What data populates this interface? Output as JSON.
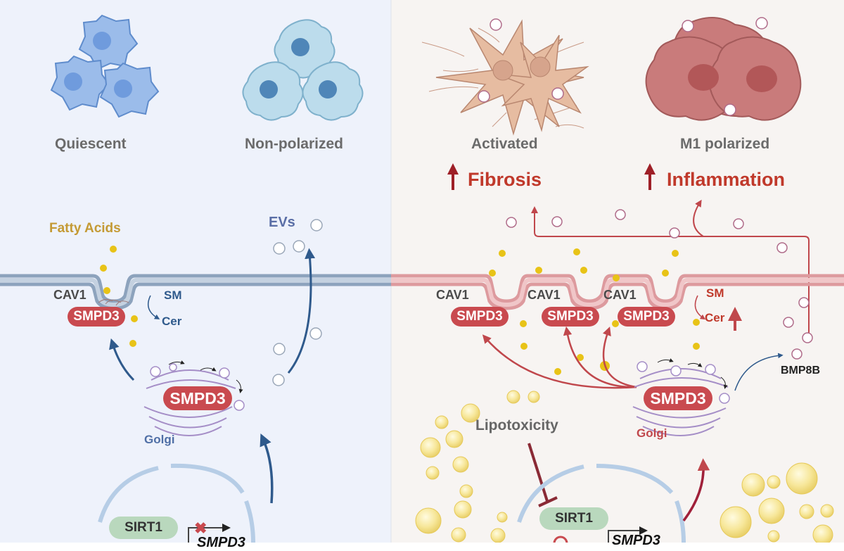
{
  "left_panel": {
    "cell_states": {
      "quiescent": "Quiescent",
      "non_polarized": "Non-polarized"
    },
    "fatty_acids_label": "Fatty Acids",
    "evs_label": "EVs",
    "cav1_label": "CAV1",
    "smpd3_membrane_label": "SMPD3",
    "sm_label": "SM",
    "cer_label": "Cer",
    "golgi_smpd3_label": "SMPD3",
    "golgi_label": "Golgi",
    "sirt1_label": "SIRT1",
    "gene_label": "SMPD3"
  },
  "right_panel": {
    "cell_states": {
      "activated": "Activated",
      "m1_polarized": "M1 polarized"
    },
    "effects": {
      "fibrosis": "Fibrosis",
      "inflammation": "Inflammation"
    },
    "cav1_labels": [
      "CAV1",
      "CAV1",
      "CAV1"
    ],
    "smpd3_membrane_labels": [
      "SMPD3",
      "SMPD3",
      "SMPD3"
    ],
    "sm_label": "SM",
    "cer_label": "Cer",
    "bmp8b_label": "BMP8B",
    "golgi_smpd3_label": "SMPD3",
    "golgi_label": "Golgi",
    "lipotoxicity_label": "Lipotoxicity",
    "sirt1_label": "SIRT1",
    "gene_label": "SMPD3"
  },
  "colors": {
    "left_bg": "#eef2fb",
    "right_bg": "#f7f4f2",
    "membrane_left": "#8da3bd",
    "membrane_right": "#dd9a9e",
    "smpd3_red": "#c94a4f",
    "arrow_blue": "#2f5a8c",
    "arrow_red": "#c0474c",
    "fatty_acid_yellow": "#e8c317",
    "sirt1_green": "#b9d8bd"
  }
}
